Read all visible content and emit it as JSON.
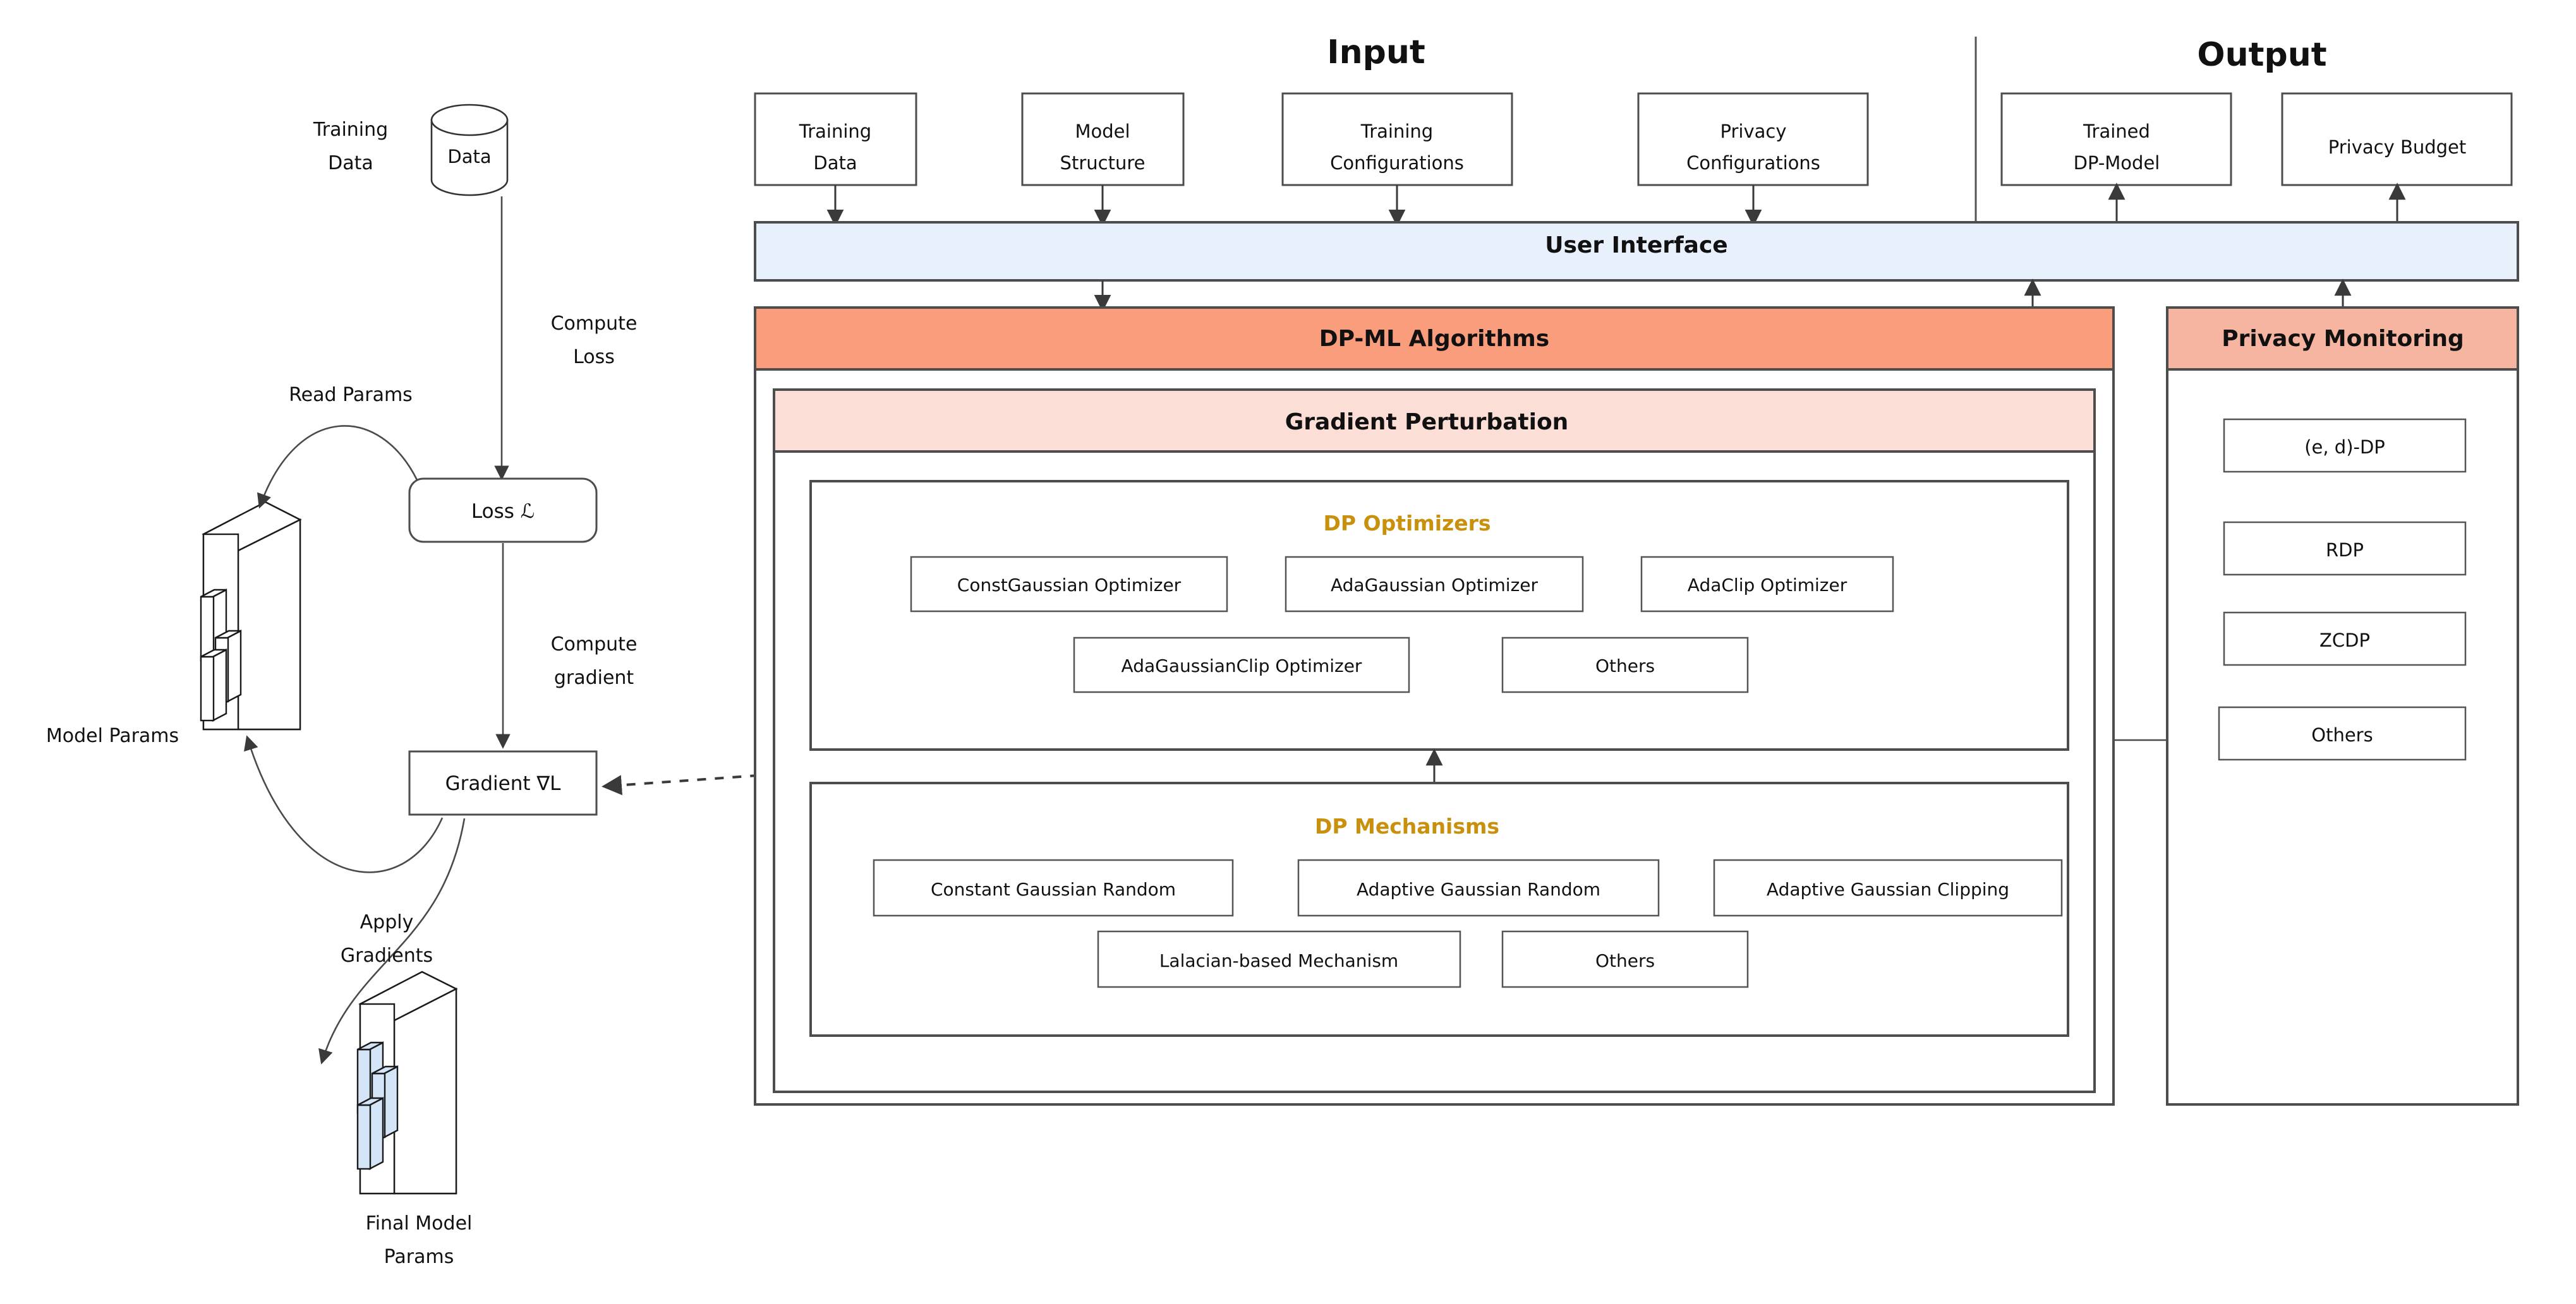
{
  "headings": {
    "input": "Input",
    "output": "Output"
  },
  "training_loop": {
    "training_data_label": "Training\nData",
    "training_data_label_line1": "Training",
    "training_data_label_line2": "Data",
    "datastore_label": "Data",
    "compute_loss_line1": "Compute",
    "compute_loss_line2": "Loss",
    "read_params_label": "Read Params",
    "loss_label": "Loss ℒ",
    "compute_gradient_line1": "Compute",
    "compute_gradient_line2": "gradient",
    "gradient_label": "Gradient ∇L",
    "model_params_label": "Model Params",
    "apply_gradients_line1": "Apply",
    "apply_gradients_line2": "Gradients",
    "final_model_params_line1": "Final Model",
    "final_model_params_line2": "Params"
  },
  "input_boxes": [
    {
      "line1": "Training",
      "line2": "Data"
    },
    {
      "line1": "Model",
      "line2": "Structure"
    },
    {
      "line1": "Training",
      "line2": "Configurations"
    },
    {
      "line1": "Privacy",
      "line2": "Configurations"
    }
  ],
  "output_boxes": [
    {
      "line1": "Trained",
      "line2": "DP-Model"
    },
    {
      "line1": "Privacy Budget",
      "line2": ""
    }
  ],
  "user_interface": {
    "title": "User Interface"
  },
  "dp_ml": {
    "title": "DP-ML Algorithms",
    "gradient_perturbation_title": "Gradient Perturbation",
    "optimizers": {
      "title": "DP Optimizers",
      "row1": [
        "ConstGaussian Optimizer",
        "AdaGaussian Optimizer",
        "AdaClip Optimizer"
      ],
      "row2": [
        "AdaGaussianClip Optimizer",
        "Others"
      ]
    },
    "mechanisms": {
      "title": "DP Mechanisms",
      "row1": [
        "Constant Gaussian Random",
        "Adaptive Gaussian Random",
        "Adaptive Gaussian Clipping"
      ],
      "row2": [
        "Lalacian-based Mechanism",
        "Others"
      ]
    }
  },
  "privacy_monitoring": {
    "title": "Privacy Monitoring",
    "items": [
      "(e, d)-DP",
      "RDP",
      "ZCDP",
      "Others"
    ]
  },
  "colors": {
    "user_interface_fill": "#e8f1fb",
    "dp_ml_header_fill": "#f99d7d",
    "gradient_perturbation_fill": "#fbdfd6",
    "privacy_monitoring_header_fill": "#f6b5a0",
    "accent_subtitle": "#c8900d",
    "box_stroke": "#4d4d4d",
    "param_cube_fill": "#d4e5f7"
  }
}
